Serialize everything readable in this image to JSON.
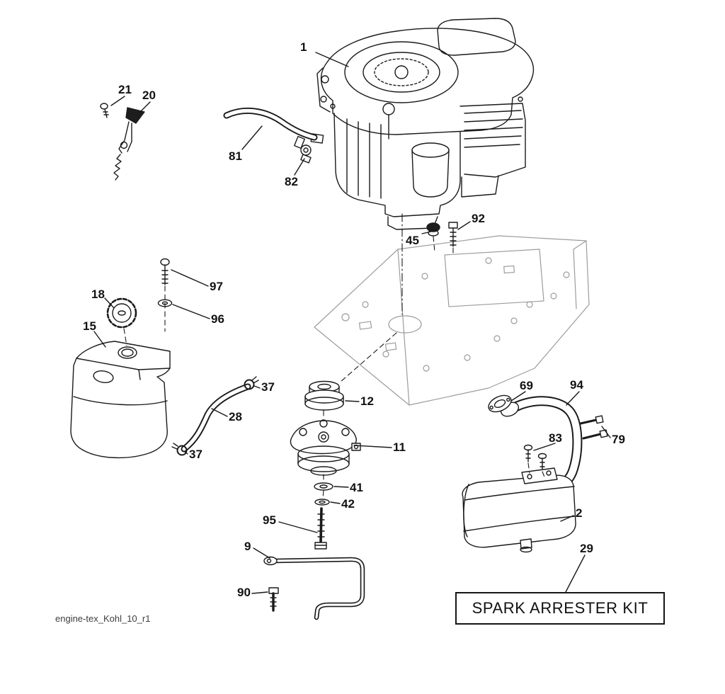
{
  "figure": {
    "footer": "engine-tex_Kohl_10_r1",
    "kit_box_label": "SPARK ARRESTER KIT"
  },
  "callouts": [
    {
      "text": "1"
    },
    {
      "text": "21"
    },
    {
      "text": "20"
    },
    {
      "text": "81"
    },
    {
      "text": "82"
    },
    {
      "text": "92"
    },
    {
      "text": "45"
    },
    {
      "text": "97"
    },
    {
      "text": "96"
    },
    {
      "text": "18"
    },
    {
      "text": "15"
    },
    {
      "text": "37"
    },
    {
      "text": "28"
    },
    {
      "text": "37"
    },
    {
      "text": "12"
    },
    {
      "text": "11"
    },
    {
      "text": "41"
    },
    {
      "text": "42"
    },
    {
      "text": "95"
    },
    {
      "text": "9"
    },
    {
      "text": "90"
    },
    {
      "text": "69"
    },
    {
      "text": "94"
    },
    {
      "text": "83"
    },
    {
      "text": "79"
    },
    {
      "text": "2"
    },
    {
      "text": "29"
    }
  ]
}
